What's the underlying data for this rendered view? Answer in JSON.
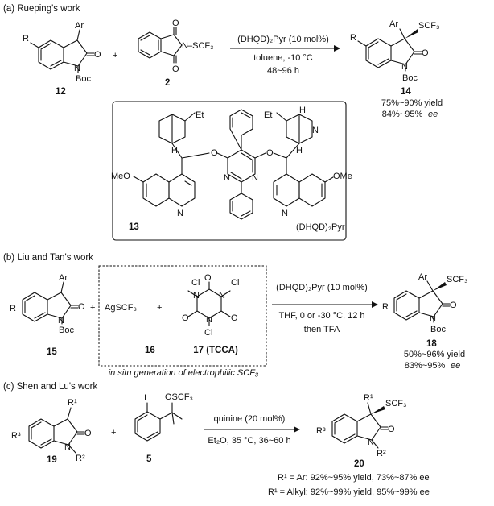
{
  "sections": {
    "a": {
      "title": "(a) Rueping's work",
      "cmpd12": "12",
      "cmpd2": "2",
      "cmpd14": "14",
      "cond1": "(DHQD)₂Pyr (10 mol%)",
      "cond2": "toluene, -10 °C",
      "cond3": "48~96 h",
      "yield": "75%~90% yield",
      "ee_val": "84%~95%",
      "ee": "ee",
      "plus": "+",
      "R": "R",
      "Ar": "Ar",
      "O": "O",
      "N": "N",
      "Boc": "Boc",
      "SCF3": "–SCF₃",
      "SCF3_prod": "SCF₃",
      "catalyst_num": "13",
      "catalyst_name": "(DHQD)₂Pyr",
      "cat_Et": "Et",
      "cat_H": "H",
      "cat_MeO": "MeO",
      "cat_OMe": "OMe"
    },
    "b": {
      "title": "(b) Liu and Tan's work",
      "cmpd15": "15",
      "cmpd16": "16",
      "cmpd17": "17 (TCCA)",
      "cmpd18": "18",
      "reagent16": "AgSCF₃",
      "cond1": "(DHQD)₂Pyr (10 mol%)",
      "cond2": "THF, 0 or -30 °C, 12 h",
      "cond3": "then TFA",
      "yield": "50%~96% yield",
      "ee_val": "83%~95%",
      "ee": "ee",
      "insitu": "in situ generation of electrophilic SCF₃",
      "Cl": "Cl"
    },
    "c": {
      "title": "(c) Shen and Lu's work",
      "cmpd19": "19",
      "cmpd5": "5",
      "cmpd20": "20",
      "cond1": "quinine (20 mol%)",
      "cond2": "Et₂O, 35 °C, 36~60 h",
      "R1": "R¹",
      "R2": "R²",
      "R3": "R³",
      "I": "I",
      "OSCF3": "OSCF₃",
      "result1": "R¹ = Ar: 92%~95% yield, 73%~87% ee",
      "result2": "R¹ = Alkyl: 92%~99% yield, 95%~99% ee"
    }
  }
}
